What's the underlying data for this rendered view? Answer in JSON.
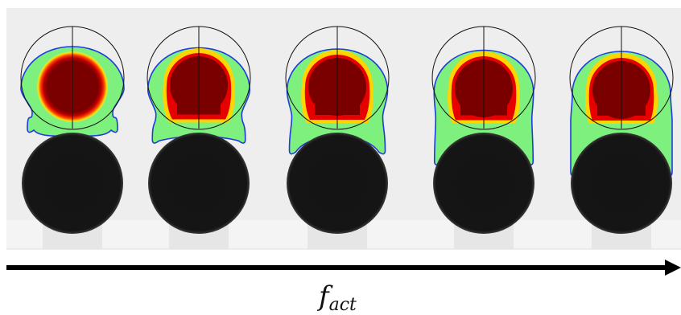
{
  "figure": {
    "panel_count": 5,
    "arrow_label_main": "f",
    "arrow_label_sub": "act",
    "colors": {
      "panel_background": "#eeeeee",
      "base": "#f2f2f2",
      "pillar": "#e6e6e6",
      "support_sphere": "#141414",
      "outer_layer": "#7ef07e",
      "outline": "#1e3cdc",
      "inner_core": "#7a0000",
      "core_halo": "#ffd400",
      "core_ring": "#e60000",
      "reference_circle": "#111111",
      "arrow": "#000000"
    }
  },
  "snapshots": [
    {
      "index": 1,
      "spread": 0.0
    },
    {
      "index": 2,
      "spread": 0.25
    },
    {
      "index": 3,
      "spread": 0.5
    },
    {
      "index": 4,
      "spread": 0.75
    },
    {
      "index": 5,
      "spread": 1.0
    }
  ]
}
